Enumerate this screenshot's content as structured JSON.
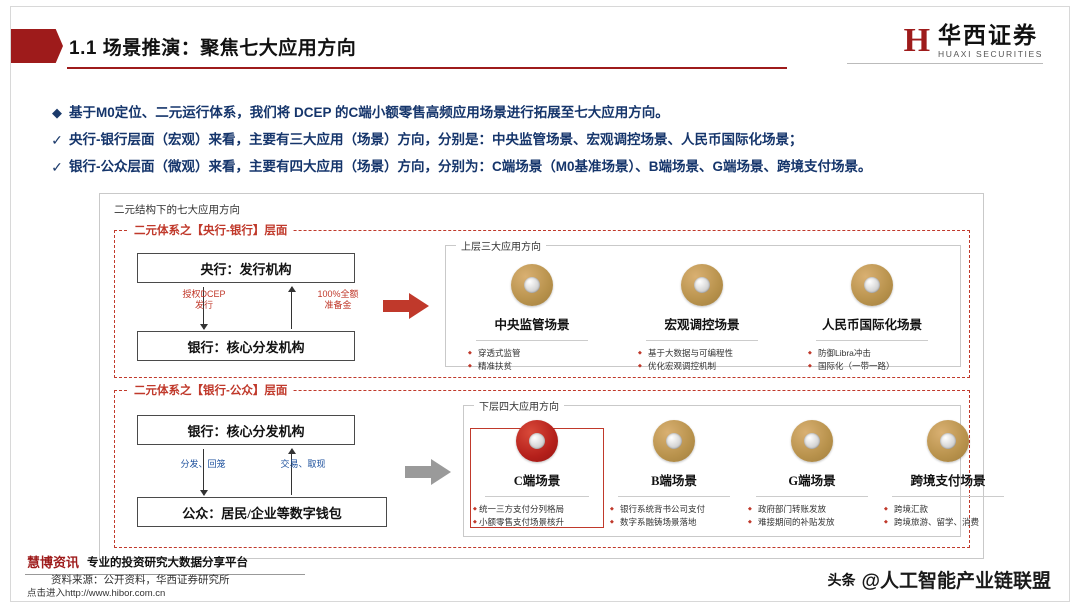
{
  "header": {
    "title": "1.1 场景推演：聚焦七大应用方向",
    "logo_mark": "H",
    "logo_cn": "华西证券",
    "logo_en": "HUAXI SECURITIES"
  },
  "bullets": [
    {
      "marker": "◆",
      "type": "diamond",
      "text": "基于M0定位、二元运行体系，我们将 DCEP 的C端小额零售高频应用场景进行拓展至七大应用方向。"
    },
    {
      "marker": "✓",
      "type": "check",
      "text": "央行-银行层面（宏观）来看，主要有三大应用（场景）方向，分别是：中央监管场景、宏观调控场景、人民币国际化场景；"
    },
    {
      "marker": "✓",
      "type": "check",
      "text": "银行-公众层面（微观）来看，主要有四大应用（场景）方向，分别为：C端场景（M0基准场景）、B端场景、G端场景、跨境支付场景。"
    }
  ],
  "diagram": {
    "caption": "二元结构下的七大应用方向",
    "top_panel": {
      "title": "二元体系之【央行-银行】层面",
      "box1": "央行：发行机构",
      "box2": "银行：核心分发机构",
      "label_left": "授权DCEP\n发行",
      "label_left_line1": "授权DCEP",
      "label_left_line2": "发行",
      "label_right_line1": "100%全额",
      "label_right_line2": "准备金",
      "sub_caption": "上层三大应用方向",
      "cards": [
        {
          "title": "中央监管场景",
          "items": [
            "穿透式监管",
            "精准扶贫"
          ],
          "coin": "gold"
        },
        {
          "title": "宏观调控场景",
          "items": [
            "基于大数据与可编程性",
            "优化宏观调控机制"
          ],
          "coin": "gold"
        },
        {
          "title": "人民币国际化场景",
          "items": [
            "防御Libra冲击",
            "国际化（一带一路）"
          ],
          "coin": "gold"
        }
      ]
    },
    "bottom_panel": {
      "title": "二元体系之【银行-公众】层面",
      "box1": "银行：核心分发机构",
      "box2": "公众：居民/企业等数字钱包",
      "label_left": "分发、回笼",
      "label_right": "交易、取现",
      "sub_caption": "下层四大应用方向",
      "cards": [
        {
          "title": "C端场景",
          "items": [
            "统一三方支付分列格局",
            "小额零售支付场景核升"
          ],
          "coin": "red",
          "highlighted": true
        },
        {
          "title": "B端场景",
          "items": [
            "银行系统背书公司支付",
            "数字系融铸场景落地"
          ],
          "coin": "gold"
        },
        {
          "title": "G端场景",
          "items": [
            "政府部门转账发放",
            "难接期间的补贴发放"
          ],
          "coin": "gold"
        },
        {
          "title": "跨境支付场景",
          "items": [
            "跨境汇款",
            "跨境旅游、留学、消费"
          ],
          "coin": "gold"
        }
      ]
    }
  },
  "footer": {
    "brand": "慧博资讯",
    "tagline": "专业的投资研究大数据分享平台",
    "sources": "资料来源：公开资料，华西证券研究所",
    "link": "点击进入http://www.hibor.com.cn",
    "watermark_prefix": "头条",
    "watermark": "@人工智能产业链联盟"
  },
  "colors": {
    "accent_red": "#9e1b1b",
    "panel_red": "#c0392b",
    "text_blue": "#15356b",
    "gold": "#b8924c"
  }
}
